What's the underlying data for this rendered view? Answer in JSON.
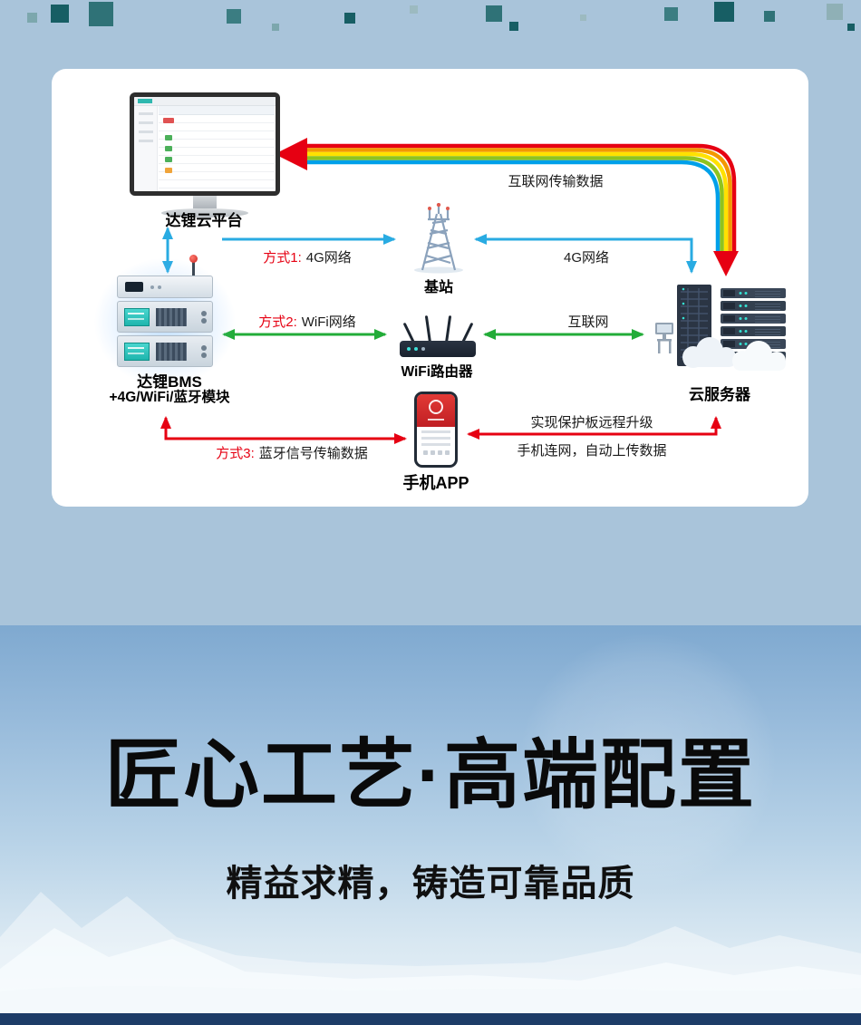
{
  "colors": {
    "background": "#a9c4da",
    "cyan_arrow": "#29abe2",
    "green_arrow": "#22ac38",
    "red_arrow": "#e60012",
    "method_red": "#e60012"
  },
  "diagram": {
    "cloud_platform_label": "达锂云平台",
    "internet_transfer_label": "互联网传输数据",
    "base_station_label": "基站",
    "method1": {
      "prefix": "方式1:",
      "label": "4G网络"
    },
    "right_4g_label": "4G网络",
    "method2": {
      "prefix": "方式2:",
      "label": "WiFi网络"
    },
    "internet_label": "互联网",
    "router_label": "WiFi路由器",
    "bms_label_line1": "达锂BMS",
    "bms_label_line2": "+4G/WiFi/蓝牙模块",
    "cloud_server_label": "云服务器",
    "method3": {
      "prefix": "方式3:",
      "label": "蓝牙信号传输数据"
    },
    "remote_upgrade_label": "实现保护板远程升级",
    "auto_upload_label": "手机连网，自动上传数据",
    "phone_label": "手机APP"
  },
  "hero": {
    "title": "匠心工艺·高端配置",
    "subtitle": "精益求精，铸造可靠品质"
  }
}
